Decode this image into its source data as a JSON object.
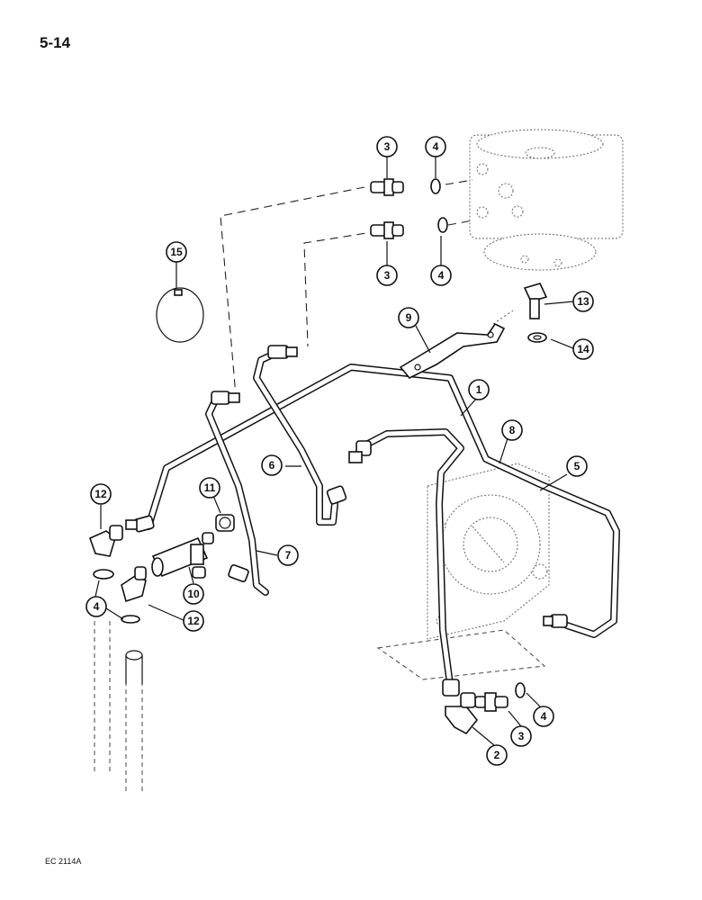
{
  "page_number": "5-14",
  "figure_code": "EC 2114A",
  "callouts": [
    {
      "id": "c1",
      "label": "1"
    },
    {
      "id": "c2",
      "label": "2"
    },
    {
      "id": "c3a",
      "label": "3"
    },
    {
      "id": "c3b",
      "label": "3"
    },
    {
      "id": "c3c",
      "label": "3"
    },
    {
      "id": "c4a",
      "label": "4"
    },
    {
      "id": "c4b",
      "label": "4"
    },
    {
      "id": "c4c",
      "label": "4"
    },
    {
      "id": "c4d",
      "label": "4"
    },
    {
      "id": "c5",
      "label": "5"
    },
    {
      "id": "c6",
      "label": "6"
    },
    {
      "id": "c7",
      "label": "7"
    },
    {
      "id": "c8",
      "label": "8"
    },
    {
      "id": "c9",
      "label": "9"
    },
    {
      "id": "c10",
      "label": "10"
    },
    {
      "id": "c11",
      "label": "11"
    },
    {
      "id": "c12a",
      "label": "12"
    },
    {
      "id": "c12b",
      "label": "12"
    },
    {
      "id": "c13",
      "label": "13"
    },
    {
      "id": "c14",
      "label": "14"
    },
    {
      "id": "c15",
      "label": "15"
    }
  ]
}
